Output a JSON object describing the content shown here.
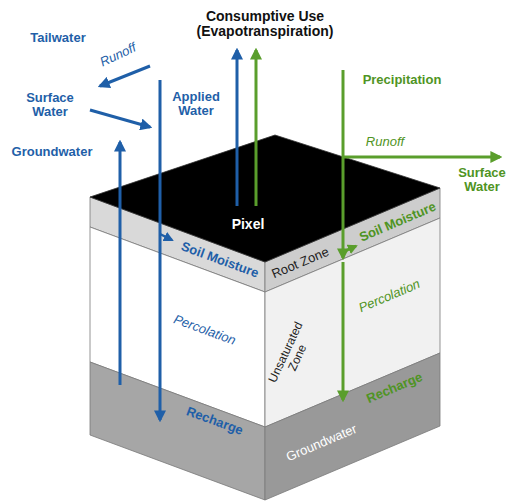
{
  "diagram": {
    "labels": [
      "Consumptive Use (Evapotranspiration)",
      "Tailwater",
      "Runoff",
      "Surface Water",
      "Applied Water",
      "Groundwater",
      "Precipitation",
      "Runoff",
      "Surface Water",
      "Pixel",
      "Soil Moisture",
      "Root Zone",
      "Soil Moisture",
      "Percolation",
      "Percolation",
      "Unsaturated Zone",
      "Recharge",
      "Recharge",
      "Groundwater"
    ]
  }
}
